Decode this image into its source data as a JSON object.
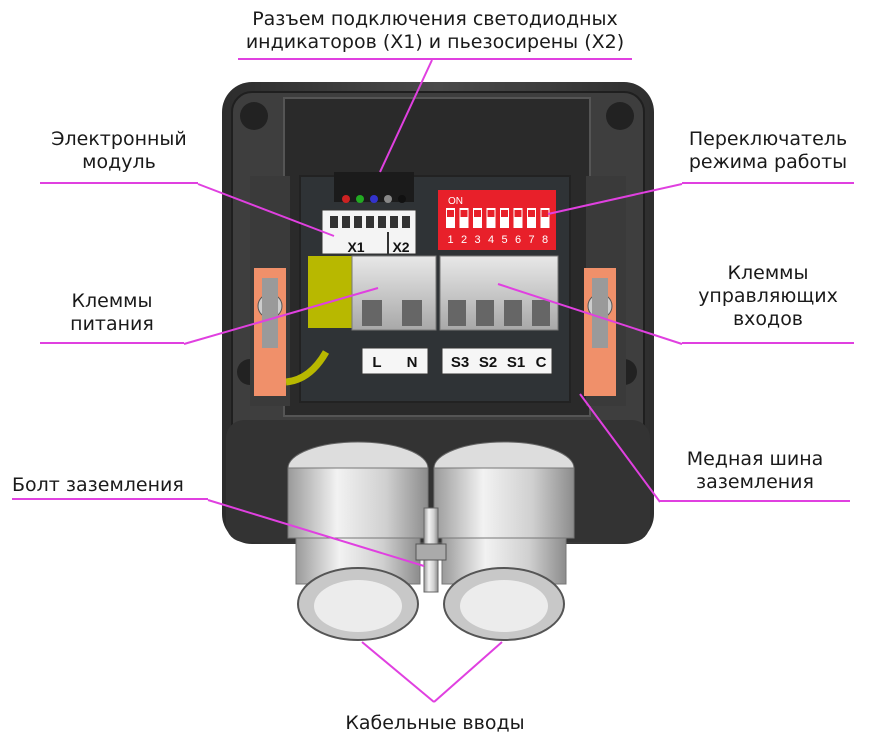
{
  "labels": {
    "connector_line1": "Разъем подключения светодиодных",
    "connector_line2": "индикаторов (X1) и пьезосирены (X2)",
    "module_line1": "Электронный",
    "module_line2": "модуль",
    "switch_line1": "Переключатель",
    "switch_line2": "режима работы",
    "power_line1": "Клеммы",
    "power_line2": "питания",
    "control_line1": "Клеммы",
    "control_line2": "управляющих",
    "control_line3": "входов",
    "bus_line1": "Медная шина",
    "bus_line2": "заземления",
    "bolt": "Болт заземления",
    "glands": "Кабельные вводы"
  },
  "device": {
    "dip_on": "ON",
    "dip_numbers": [
      "1",
      "2",
      "3",
      "4",
      "5",
      "6",
      "7",
      "8"
    ],
    "x1": "X1",
    "x2": "X2",
    "term_L": "L",
    "term_N": "N",
    "term_S3": "S3",
    "term_S2": "S2",
    "term_S1": "S1",
    "term_C": "C"
  },
  "colors": {
    "callout": "#e040e0",
    "enclosure": "#3a3a3a",
    "dip_switch": "#e8202a",
    "terminal_yellow": "#b8b800",
    "copper_bus": "#f0906a"
  }
}
